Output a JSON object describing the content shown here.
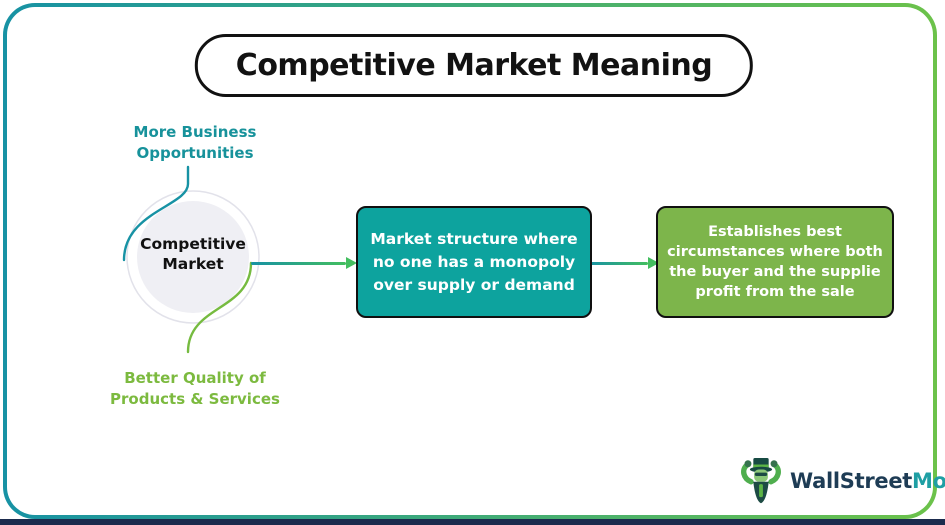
{
  "title": "Competitive Market Meaning",
  "hub": {
    "lines": [
      "Competitive",
      "Market"
    ]
  },
  "benefits": {
    "top": {
      "lines": [
        "More Business",
        "Opportunities"
      ],
      "color": "#17929B"
    },
    "bottom": {
      "lines": [
        "Better Quality of",
        "Products & Services"
      ],
      "color": "#7CBA3F"
    }
  },
  "flow": {
    "definition_box": {
      "lines": [
        "Market structure where",
        "no one has a monopoly",
        "over supply or demand"
      ],
      "bg": "#0DA39E"
    },
    "outcome_box": {
      "lines": [
        "Establishes best",
        "circumstances where both",
        "the buyer and the supplie",
        "profit from the sale"
      ],
      "bg": "#7DB54B"
    }
  },
  "brand": {
    "name_primary": "WallStreet",
    "name_accent": "Mojo"
  },
  "colors": {
    "accent_teal": "#17929B",
    "accent_green": "#7CBA3F",
    "frame_gradient_start": "#1792A4",
    "frame_gradient_end": "#6CC24A",
    "bottom_bar_navy": "#1B2B4D",
    "hub_fill": "#EFEFF4",
    "hub_ring": "#E2E2EA",
    "arrow_head_green": "#43BE5F",
    "box_border": "#101010"
  }
}
